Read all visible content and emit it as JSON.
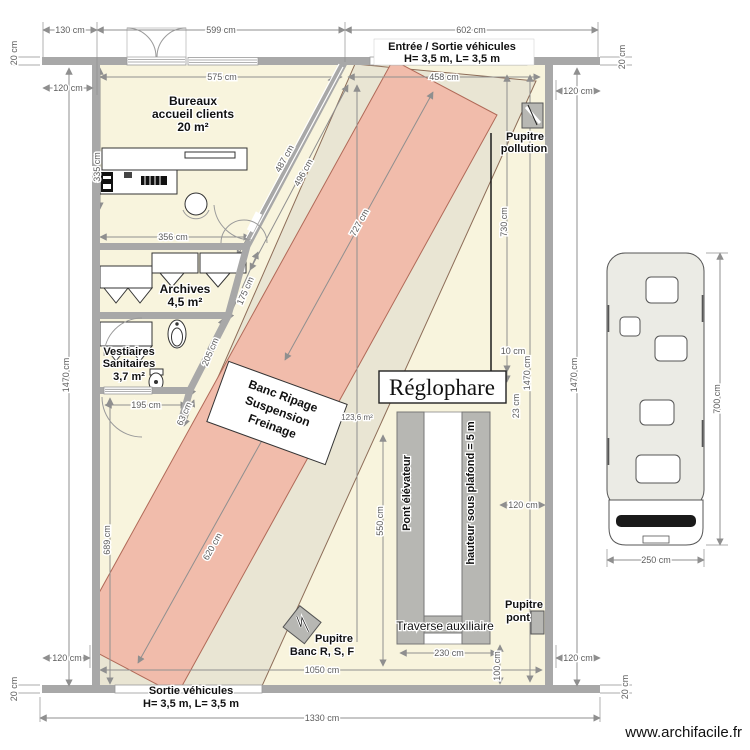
{
  "site": {
    "watermark": "www.archifacile.fr"
  },
  "colors": {
    "floor": "#f8f4dd",
    "wall": "#a8a8a8",
    "lane": "#e9e5d3",
    "band": "#f1bcab",
    "equipment": "#b7b7b3",
    "dim": "#8f8f8f"
  },
  "rooms": {
    "bureaux": {
      "name": "Bureaux",
      "name2": "accueil clients",
      "area": "20 m²"
    },
    "archives": {
      "name": "Archives",
      "area": "4,5 m²"
    },
    "vestiaires": {
      "name": "Vestiaires",
      "name2": "Sanitaires",
      "area": "3,7 m²"
    },
    "hall_area": "123,6 m²"
  },
  "doors": {
    "entry": {
      "line1": "Entrée / Sortie véhicules",
      "line2": "H= 3,5 m, L= 3,5 m"
    },
    "exit": {
      "line1": "Sortie véhicules",
      "line2": "H= 3,5 m, L= 3,5 m"
    }
  },
  "equipment": {
    "banc": {
      "line1": "Banc Ripage",
      "line2": "Suspension",
      "line3": "Freinage"
    },
    "reglophare": "Réglophare",
    "pont": "Pont élévateur",
    "ceiling": "hauteur sous plafond = 5 m",
    "traverse": "Traverse auxiliaire",
    "pupitre_pollution": {
      "line1": "Pupitre",
      "line2": "pollution"
    },
    "pupitre_pont": {
      "line1": "Pupitre",
      "line2": "pont"
    },
    "pupitre_banc": {
      "line1": "Pupitre",
      "line2": "Banc R, S, F"
    }
  },
  "dims": {
    "d10": "10 cm",
    "d20": "20 cm",
    "d23": "23 cm",
    "d63": "63 cm",
    "d100": "100 cm",
    "d120": "120 cm",
    "d130": "130 cm",
    "d175": "175 cm",
    "d195": "195 cm",
    "d205": "205 cm",
    "d230": "230 cm",
    "d250": "250 cm",
    "d335": "335 cm",
    "d356": "356 cm",
    "d458": "458 cm",
    "d487": "487 cm",
    "d496": "496 cm",
    "d550": "550 cm",
    "d575": "575 cm",
    "d599": "599 cm",
    "d602": "602 cm",
    "d620": "620 cm",
    "d689": "689 cm",
    "d700": "700 cm",
    "d727": "727 cm",
    "d730": "730 cm",
    "d1050": "1050 cm",
    "d1330": "1330 cm",
    "d1470": "1470 cm"
  }
}
